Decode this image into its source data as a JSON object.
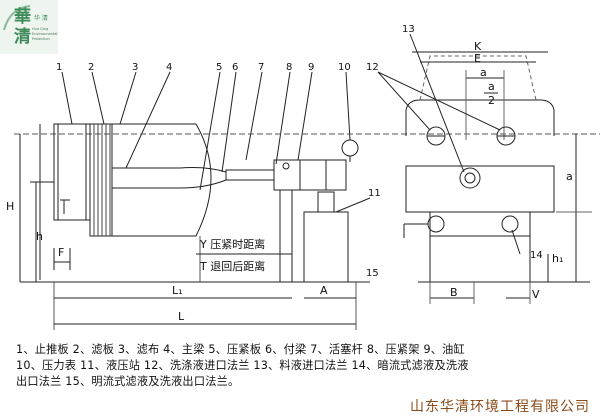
{
  "logo": {
    "glyphs": "華清",
    "small": "华 清",
    "tagline_1": "Hua Qing",
    "tagline_2": "Environmental",
    "tagline_3": "Protection"
  },
  "dims": {
    "H": "H",
    "h": "h",
    "F": "F",
    "L1": "L₁",
    "L": "L",
    "A": "A",
    "K": "K",
    "E": "E",
    "a_top": "a",
    "a_half_num": "a",
    "a_half_den": "2",
    "a_right": "a",
    "B": "B",
    "V": "V",
    "h1": "h₁"
  },
  "callouts": [
    "1",
    "2",
    "3",
    "4",
    "5",
    "6",
    "7",
    "8",
    "9",
    "10",
    "11",
    "12",
    "13",
    "14",
    "15"
  ],
  "notes": {
    "y": "Y 压紧时距离",
    "t": "T 退回后距离"
  },
  "legend": [
    "1、止推板 2、滤板 3、滤布 4、主梁 5、压紧板 6、付梁 7、活塞杆  8、压紧架 9、油缸",
    "10、压力表 11、液压站 12、洗涤液进口法兰  13、料液进口法兰 14、暗流式滤液及洗液",
    "出口法兰  15、明流式滤液及洗液出口法兰。"
  ],
  "company": "山东华清环境工程有限公司"
}
